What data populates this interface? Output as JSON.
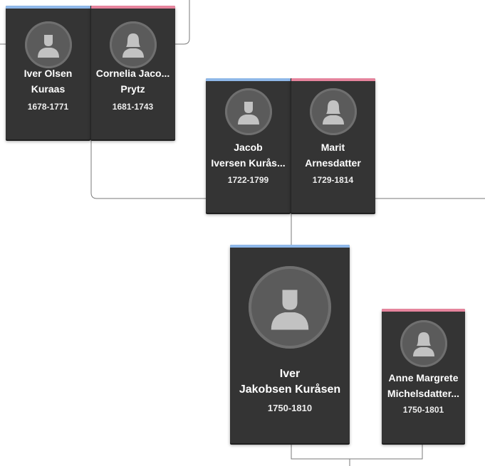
{
  "people": {
    "iver_olsen": {
      "name_line1": "Iver Olsen",
      "name_line2": "Kuraas",
      "dates": "1678-1771",
      "gender": "male"
    },
    "cornelia": {
      "name_line1": "Cornelia Jaco...",
      "name_line2": "Prytz",
      "dates": "1681-1743",
      "gender": "female"
    },
    "jacob": {
      "name_line1": "Jacob",
      "name_line2": "Iversen Kurås...",
      "dates": "1722-1799",
      "gender": "male"
    },
    "marit": {
      "name_line1": "Marit",
      "name_line2": "Arnesdatter",
      "dates": "1729-1814",
      "gender": "female"
    },
    "iver_jakobsen": {
      "name_line1": "Iver",
      "name_line2": "Jakobsen Kuråsen",
      "dates": "1750-1810",
      "gender": "male"
    },
    "anne_margrete": {
      "name_line1": "Anne Margrete",
      "name_line2": "Michelsdatter...",
      "dates": "1750-1801",
      "gender": "female"
    }
  },
  "colors": {
    "male_accent": "#8fb8e9",
    "female_accent": "#e6849d",
    "card_bg": "#343434",
    "avatar_bg": "#5b5b5b",
    "silhouette": "#c2c2c2"
  },
  "icons": {
    "male_avatar": "male-silhouette-icon",
    "female_avatar": "female-silhouette-icon"
  }
}
